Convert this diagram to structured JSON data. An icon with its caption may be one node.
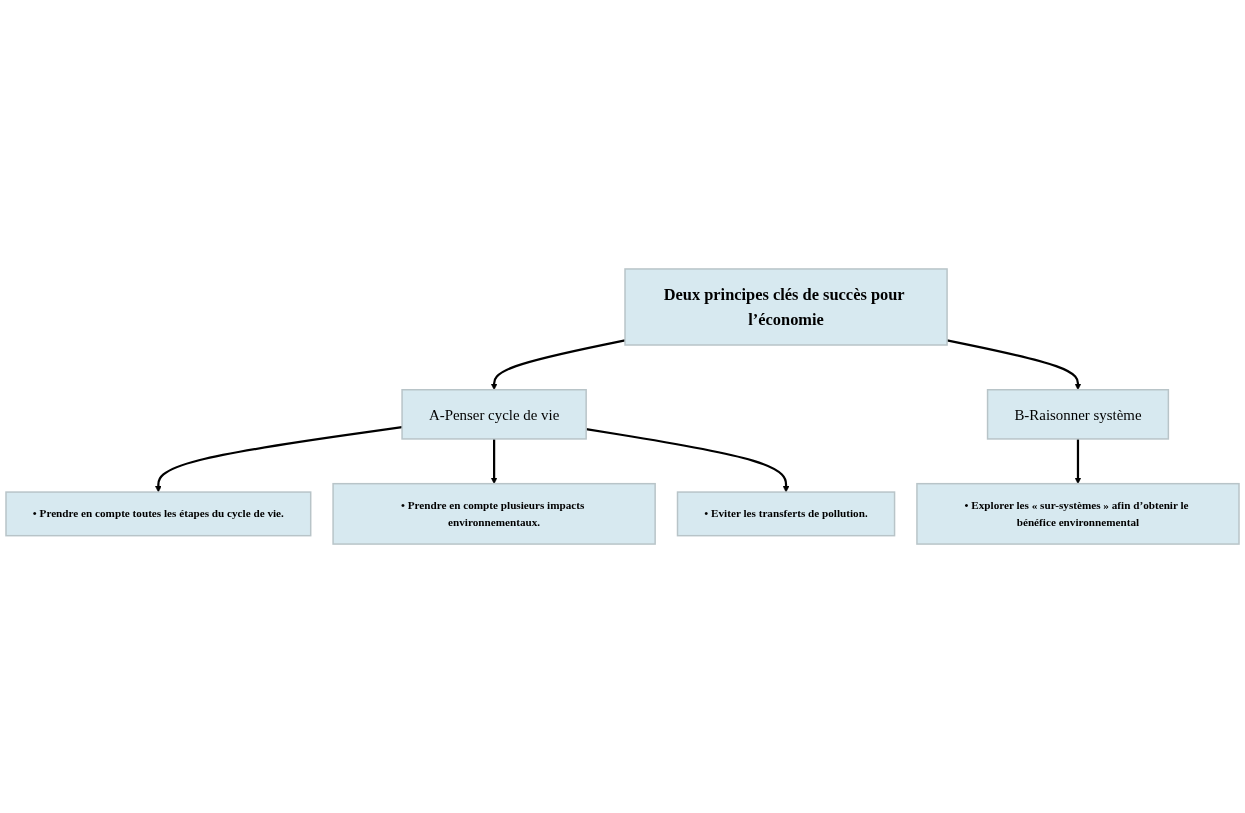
{
  "diagram": {
    "nodes": [
      {
        "text": [
          "Deux principes clés de succès pour l’économie"
        ]
      },
      {
        "text": [
          "A-Penser cycle de vie"
        ]
      },
      {
        "text": [
          "B-Raisonner système"
        ]
      },
      {
        "text": [
          "• Prendre en compte toutes les étapes du cycle de vie."
        ]
      },
      {
        "text": [
          "• Prendre en compte plusieurs impacts environnementaux."
        ]
      },
      {
        "text": [
          "• Eviter les transferts de pollution."
        ]
      },
      {
        "text": [
          "• Explorer les « sur-systèmes » afin d’obtenir le bénéfice environnemental"
        ]
      }
    ],
    "edges": [
      {
        "from": 0,
        "to": 1,
        "arrow": "to"
      },
      {
        "from": 0,
        "to": 2,
        "arrow": "to"
      },
      {
        "from": 1,
        "to": 3,
        "arrow": "to"
      },
      {
        "from": 1,
        "to": 4,
        "arrow": "to"
      },
      {
        "from": 1,
        "to": 5,
        "arrow": "to"
      },
      {
        "from": 2,
        "to": 6,
        "arrow": "to"
      }
    ]
  }
}
